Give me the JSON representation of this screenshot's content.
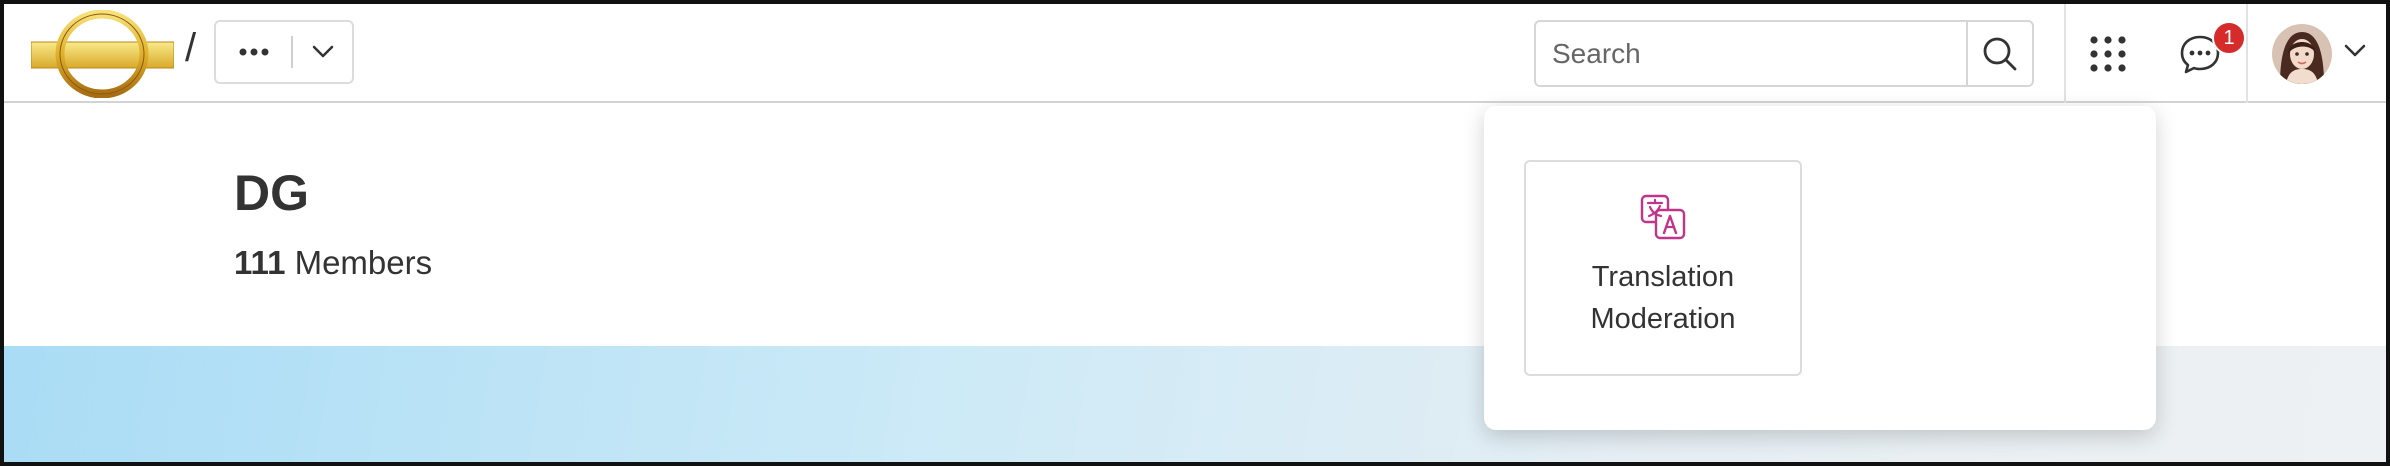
{
  "header": {
    "breadcrumb_separator": "/",
    "search": {
      "placeholder": "Search"
    },
    "notifications": {
      "count": "1"
    }
  },
  "group": {
    "name": "DG",
    "member_count": "111",
    "member_label": "Members"
  },
  "apps_panel": {
    "items": [
      {
        "label": "Translation Moderation",
        "icon": "translate-icon"
      }
    ]
  },
  "colors": {
    "accent_pink": "#c0348a",
    "badge_red": "#d52b2b",
    "banner_start": "#a9dcf5",
    "banner_end": "#eef1f3"
  }
}
